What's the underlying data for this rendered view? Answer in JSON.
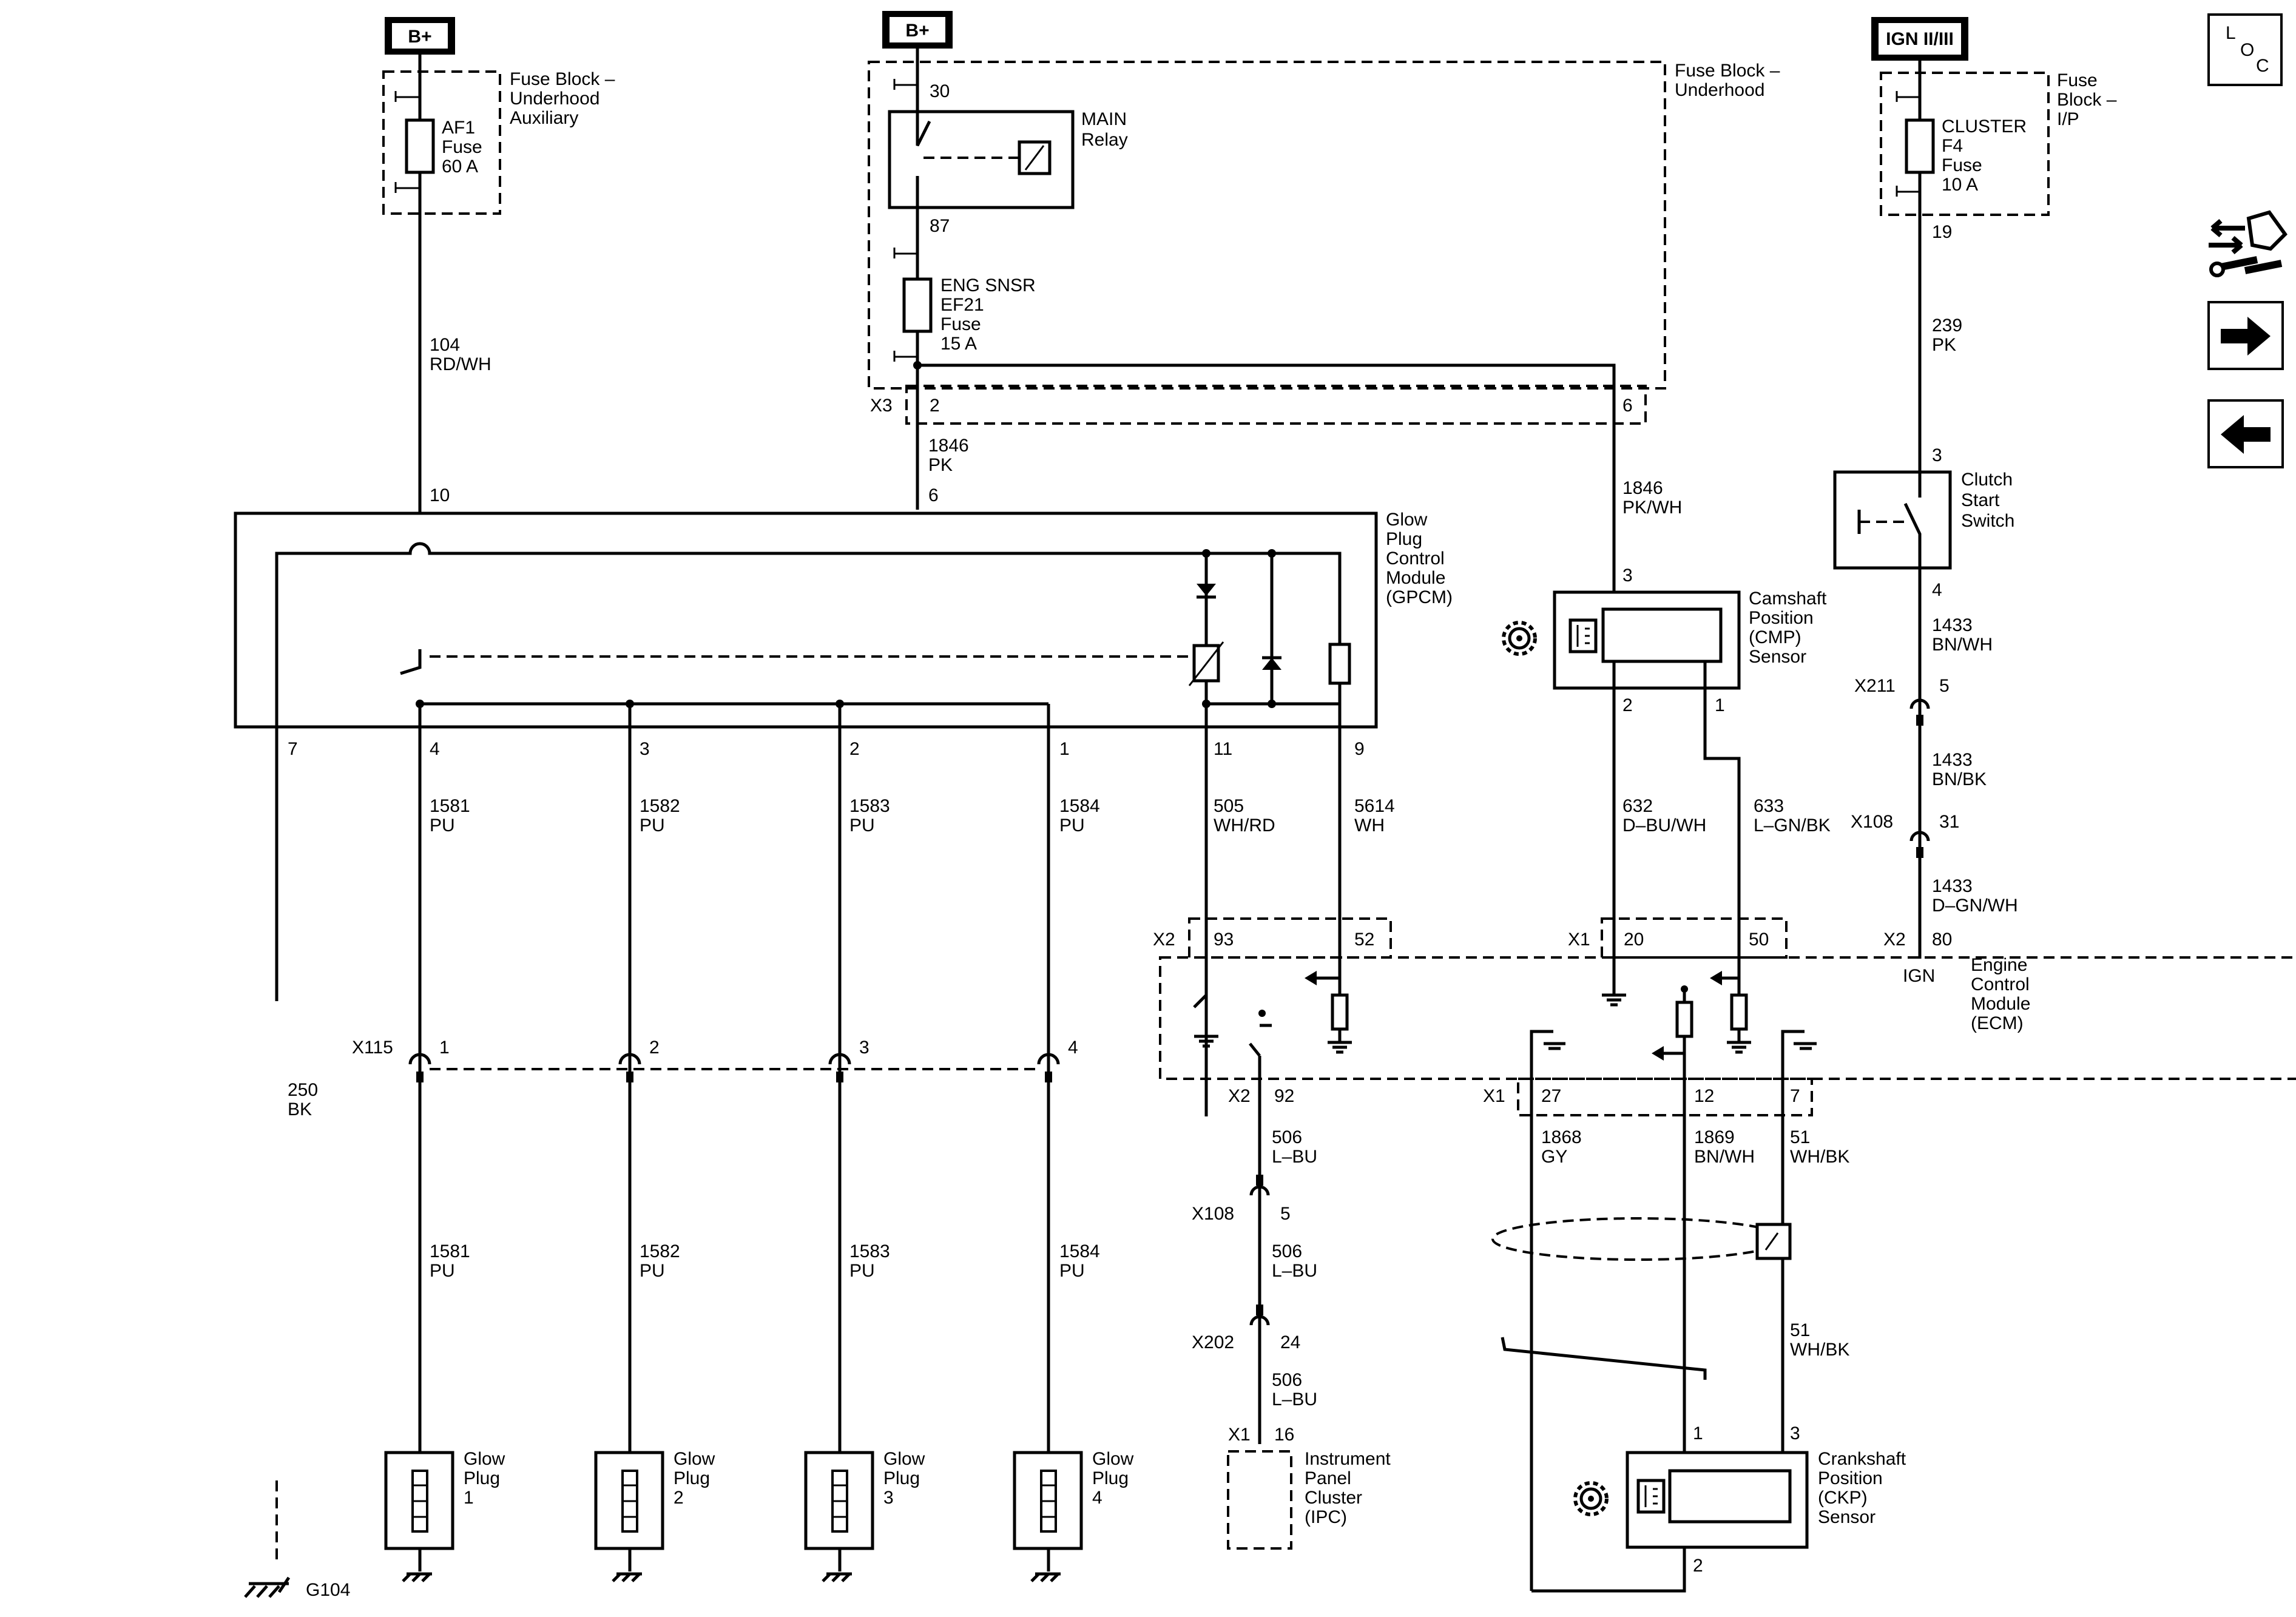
{
  "sources": {
    "bplus_1": "B+",
    "bplus_2": "B+",
    "ign": "IGN II/III"
  },
  "fuse_blocks": {
    "aux": [
      "Fuse Block –",
      "Underhood",
      "Auxiliary"
    ],
    "underhood": [
      "Fuse Block –",
      "Underhood"
    ],
    "ip": [
      "Fuse",
      "Block –",
      "I/P"
    ]
  },
  "fuses": {
    "af1": [
      "AF1",
      "Fuse",
      "60 A"
    ],
    "ef21": [
      "ENG SNSR",
      "EF21",
      "Fuse",
      "15 A"
    ],
    "f4": [
      "CLUSTER",
      "F4",
      "Fuse",
      "10 A"
    ]
  },
  "relay": {
    "label": [
      "MAIN",
      "Relay"
    ],
    "pin_30": "30",
    "pin_87": "87"
  },
  "components": {
    "gpcm": [
      "Glow",
      "Plug",
      "Control",
      "Module",
      "(GPCM)"
    ],
    "cmp": [
      "Camshaft",
      "Position",
      "(CMP)",
      "Sensor"
    ],
    "clutch": [
      "Clutch",
      "Start",
      "Switch"
    ],
    "ecm": [
      "Engine",
      "Control",
      "Module",
      "(ECM)"
    ],
    "ipc": [
      "Instrument",
      "Panel",
      "Cluster",
      "(IPC)"
    ],
    "ckp": [
      "Crankshaft",
      "Position",
      "(CKP)",
      "Sensor"
    ],
    "glow_plugs": [
      [
        "Glow",
        "Plug",
        "1"
      ],
      [
        "Glow",
        "Plug",
        "2"
      ],
      [
        "Glow",
        "Plug",
        "3"
      ],
      [
        "Glow",
        "Plug",
        "4"
      ]
    ],
    "ground": "G104",
    "ign_label": "IGN"
  },
  "connectors": {
    "x3": "X3",
    "x211": "X211",
    "x108": "X108",
    "x115": "X115",
    "x2": "X2",
    "x1": "X1",
    "x202": "X202"
  },
  "pins": {
    "fuse_ip_out": "19",
    "x3_2": "2",
    "x3_6": "6",
    "gpcm_10": "10",
    "gpcm_6": "6",
    "gpcm_7": "7",
    "gpcm_4": "4",
    "gpcm_3": "3",
    "gpcm_2": "2",
    "gpcm_1": "1",
    "gpcm_11": "11",
    "gpcm_9": "9",
    "cmp_3": "3",
    "cmp_2": "2",
    "cmp_1": "1",
    "clutch_3": "3",
    "clutch_4": "4",
    "x211_5": "5",
    "x108_31": "31",
    "x2_93": "93",
    "x2_52": "52",
    "x1_20": "20",
    "x1_50": "50",
    "x2_80": "80",
    "x115_1": "1",
    "x115_2": "2",
    "x115_3": "3",
    "x115_4": "4",
    "x2_92": "92",
    "x1_27": "27",
    "x1_12": "12",
    "x1_7": "7",
    "x108_5": "5",
    "x202_24": "24",
    "x1_16": "16",
    "ckp_1": "1",
    "ckp_3": "3",
    "ckp_2": "2"
  },
  "wires": {
    "w104": [
      "104",
      "RD/WH"
    ],
    "w1846a": [
      "1846",
      "PK"
    ],
    "w1846b": [
      "1846",
      "PK/WH"
    ],
    "w239": [
      "239",
      "PK"
    ],
    "w1433a": [
      "1433",
      "BN/WH"
    ],
    "w1433b": [
      "1433",
      "BN/BK"
    ],
    "w1433c": [
      "1433",
      "D–GN/WH"
    ],
    "w1581a": [
      "1581",
      "PU"
    ],
    "w1582a": [
      "1582",
      "PU"
    ],
    "w1583a": [
      "1583",
      "PU"
    ],
    "w1584a": [
      "1584",
      "PU"
    ],
    "w1581b": [
      "1581",
      "PU"
    ],
    "w1582b": [
      "1582",
      "PU"
    ],
    "w1583b": [
      "1583",
      "PU"
    ],
    "w1584b": [
      "1584",
      "PU"
    ],
    "w505": [
      "505",
      "WH/RD"
    ],
    "w5614": [
      "5614",
      "WH"
    ],
    "w632": [
      "632",
      "D–BU/WH"
    ],
    "w633": [
      "633",
      "L–GN/BK"
    ],
    "w250": [
      "250",
      "BK"
    ],
    "w506a": [
      "506",
      "L–BU"
    ],
    "w506b": [
      "506",
      "L–BU"
    ],
    "w506c": [
      "506",
      "L–BU"
    ],
    "w1868": [
      "1868",
      "GY"
    ],
    "w1869": [
      "1869",
      "BN/WH"
    ],
    "w51a": [
      "51",
      "WH/BK"
    ],
    "w51b": [
      "51",
      "WH/BK"
    ]
  },
  "nav": {
    "loc": [
      "L",
      "O",
      "C"
    ],
    "next_icon": "arrow-right-icon",
    "prev_icon": "arrow-left-icon",
    "connector_icon": "connector-tools-icon"
  }
}
